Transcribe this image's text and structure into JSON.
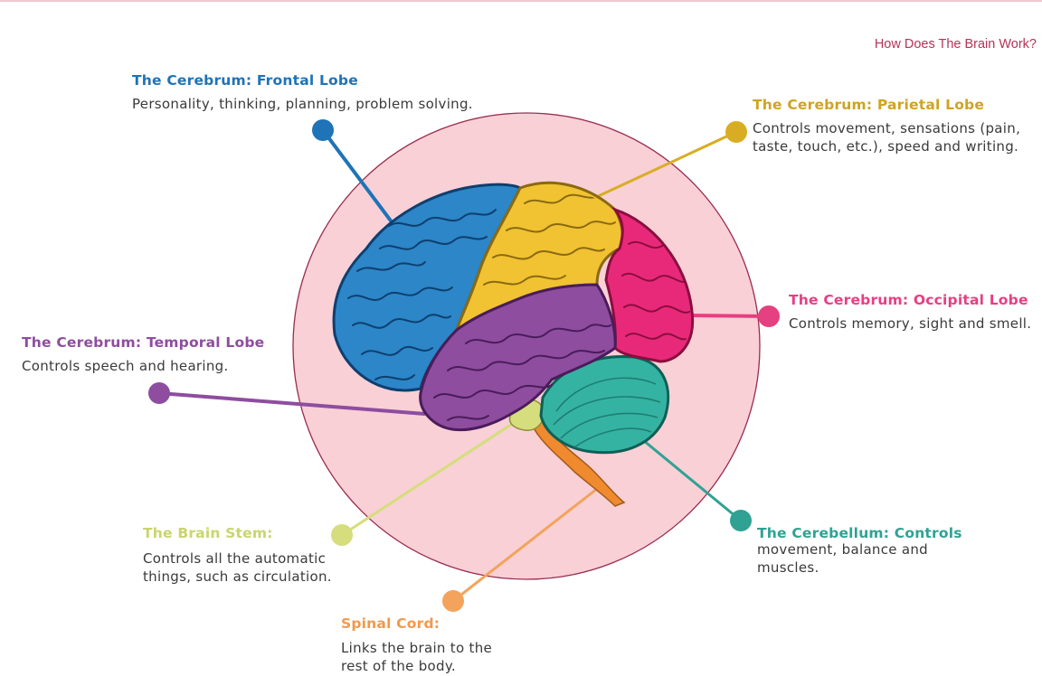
{
  "header": {
    "link_text": "How Does The Brain Work?"
  },
  "colors": {
    "frontal": "#1f73b7",
    "parietal": "#d9ad23",
    "occipital": "#e5407f",
    "temporal": "#8e4d9f",
    "brain_stem": "#d6dd7d",
    "cerebellum": "#2fa293",
    "spinal_cord": "#f4a35c",
    "background_circle": "#f8d0d6"
  },
  "callouts": {
    "frontal": {
      "title": "The Cerebrum: Frontal Lobe",
      "description": "Personality, thinking, planning, problem solving."
    },
    "parietal": {
      "title": "The Cerebrum: Parietal Lobe",
      "description": "Controls movement, sensations (pain, taste, touch, etc.), speed and writing."
    },
    "occipital": {
      "title": "The Cerebrum: Occipital Lobe",
      "description": "Controls memory, sight and smell."
    },
    "temporal": {
      "title": "The Cerebrum: Temporal Lobe",
      "description": "Controls speech and hearing."
    },
    "brain_stem": {
      "title": "The Brain Stem:",
      "description": "Controls all the automatic things, such as circulation."
    },
    "cerebellum": {
      "title": "The Cerebellum: Controls",
      "description": "movement, balance and muscles."
    },
    "spinal_cord": {
      "title": "Spinal Cord:",
      "description": "Links the brain to the rest of the body."
    }
  }
}
